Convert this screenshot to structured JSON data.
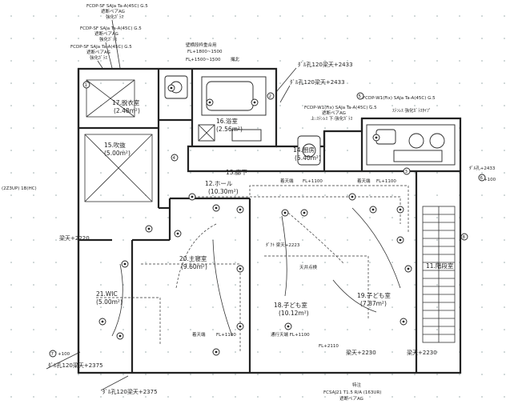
{
  "labels": {
    "top1": "FCDP-SF SAJa Ta-A(45C) G.5",
    "top1b": "遮断ペアAG",
    "top1c": "強化ｶﾞﾗｽ",
    "top2": "FCDP-SF SAJa Ta-A(45C) G.5",
    "top2b": "遮断ペアAG",
    "top2c": "強化ｶﾞﾗｽ",
    "top3": "FCDP-SF SAJa Ta-A(45C) G.5",
    "top3b": "遮断ペアAG",
    "top3c": "強化ｶﾞﾗｽ",
    "ann_top_mid": "壁横段枠重合用",
    "ann_top_fl": "FL+1800~1500",
    "fl_top": "FL+1500~1500",
    "ann_top_mid2": "撮北",
    "dl1": "ﾀﾞﾙ孔120梁天+2433",
    "dl2": "ﾀﾞﾙ孔120梁天+2433",
    "right1": "FCDP-W1(Fix) SAJa Ta-A(45C) G.5",
    "right1b": "ｽﾃﾝﾚｽ 強化ｶﾞﾗｽﾀｲﾌﾟ",
    "right2": "FCDP-W1(Fix) SAJa Ta-A(45C) G.5",
    "right2b": "遮断ペアAG",
    "right2c": "上:ｽﾃﾝﾚｽ 下:強化ｶﾞﾗｽ",
    "dl_right": "ﾀﾞﾙ孔+2433",
    "right_val": "+100",
    "left_side": "(2Z3UP) 1B(HC)",
    "left_beam": "梁天+2220",
    "bl1": "ﾀﾞﾙ孔120梁天+2375",
    "bl2": "ﾀﾞﾙ孔120梁天+2375",
    "bl_val": "+100",
    "br_beam1": "梁天+2230",
    "br_beam2": "梁天+2230",
    "bottom_special": "特注",
    "bottom1": "FCSAJ21 T1.5 R/A (163UR)",
    "bottom2": "遮断ペアAG",
    "right_dim": "+100",
    "kamen": "着天端",
    "kamen_fl": "FL+1100",
    "kamen2": "着天端",
    "kamen2_fl": "FL+1100",
    "kamen3": "着天端",
    "kamen3_fl": "FL+1100",
    "fl_2110": "FL+2110",
    "hallnote": "通行天端 FL+1100",
    "note_pt": "ﾀﾞｸﾄ 梁天+2223",
    "note_pt2": "天井点検"
  },
  "rooms": {
    "r17": "17.脱衣室",
    "r17a": "(2.48m²)",
    "r16": "16.浴室",
    "r16a": "(2.56m²)",
    "r15": "15.吹抜",
    "r15a": "(5.00m²)",
    "r13": "13.廊下",
    "r14": "14.厨房",
    "r14a": "(5.40m²)",
    "r12": "12.ホール",
    "r12a": "(10.30m²)",
    "r20": "20.主寝室",
    "r20a": "(9.60m²)",
    "r21": "21.WIC",
    "r21a": "(5.00m²)",
    "r18": "18.子ども室",
    "r18a": "(10.12m²)",
    "r19": "19.子ども室",
    "r19a": "(7.87m²)",
    "r11": "11.階段室"
  },
  "marks": {
    "m1": "1",
    "m2": "2",
    "m3": "3",
    "m4": "4",
    "m5": "5",
    "m6": "6",
    "m7": "7",
    "m8": "8"
  }
}
